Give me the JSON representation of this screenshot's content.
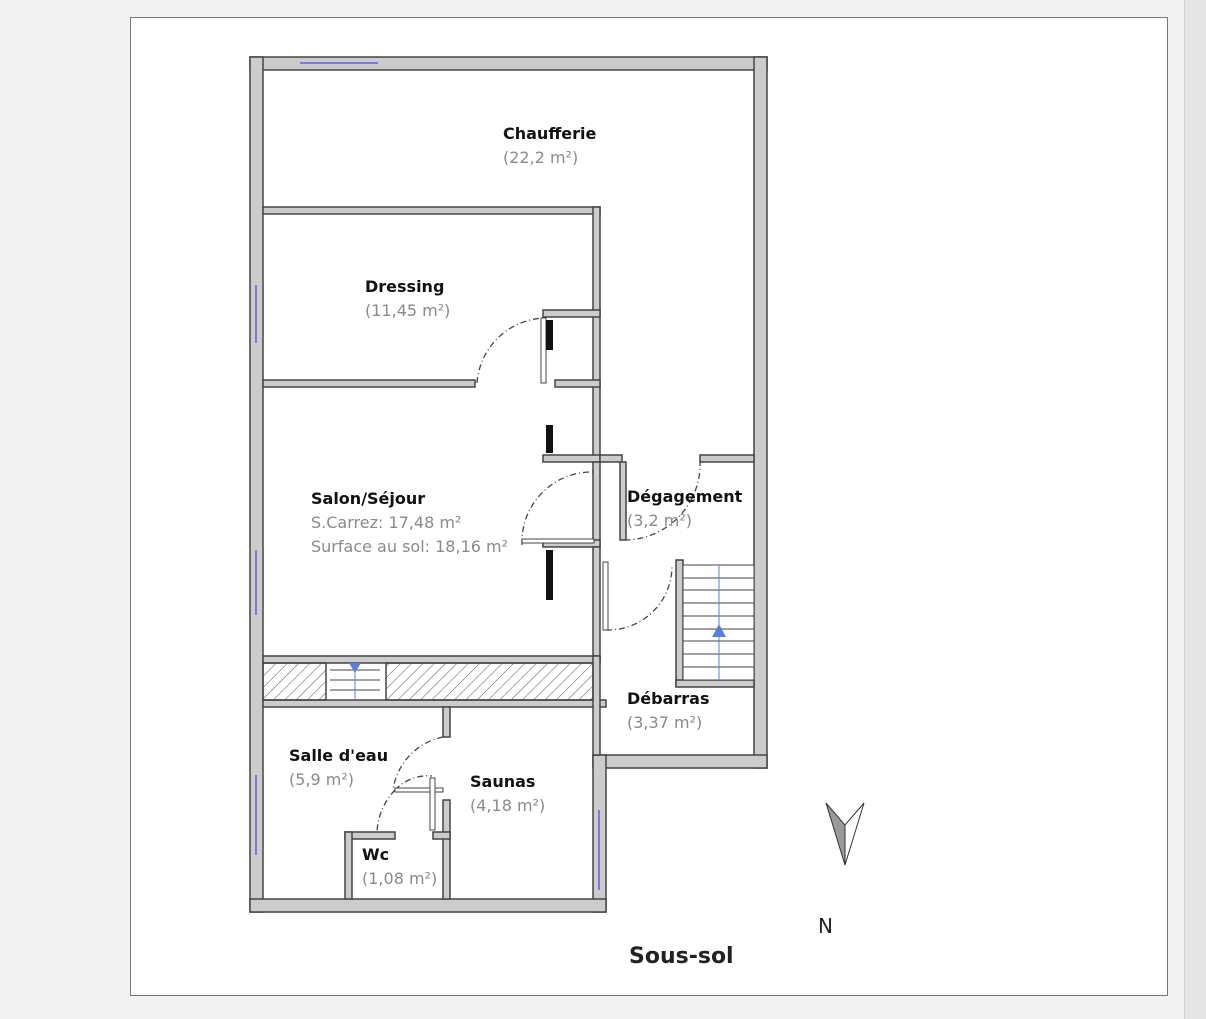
{
  "title": "Sous-sol",
  "compass": {
    "label": "N",
    "icon": "north-arrow-icon"
  },
  "rooms": {
    "chaufferie": {
      "name": "Chaufferie",
      "area": "(22,2 m²)"
    },
    "dressing": {
      "name": "Dressing",
      "area": "(11,45 m²)"
    },
    "salon": {
      "name": "Salon/Séjour",
      "carrez": "S.Carrez: 17,48 m²",
      "sol": "Surface au sol: 18,16 m²"
    },
    "degagement": {
      "name": "Dégagement",
      "area": "(3,2 m²)"
    },
    "debarras": {
      "name": "Débarras",
      "area": "(3,37 m²)"
    },
    "salle_eau": {
      "name": "Salle d'eau",
      "area": "(5,9 m²)"
    },
    "saunas": {
      "name": "Saunas",
      "area": "(4,18 m²)"
    },
    "wc": {
      "name": "Wc",
      "area": "(1,08 m²)"
    }
  },
  "colors": {
    "wall": "#cccccc",
    "outline": "#444444",
    "window": "#7b7bd6",
    "stair_arrow": "#5b7fd9"
  }
}
